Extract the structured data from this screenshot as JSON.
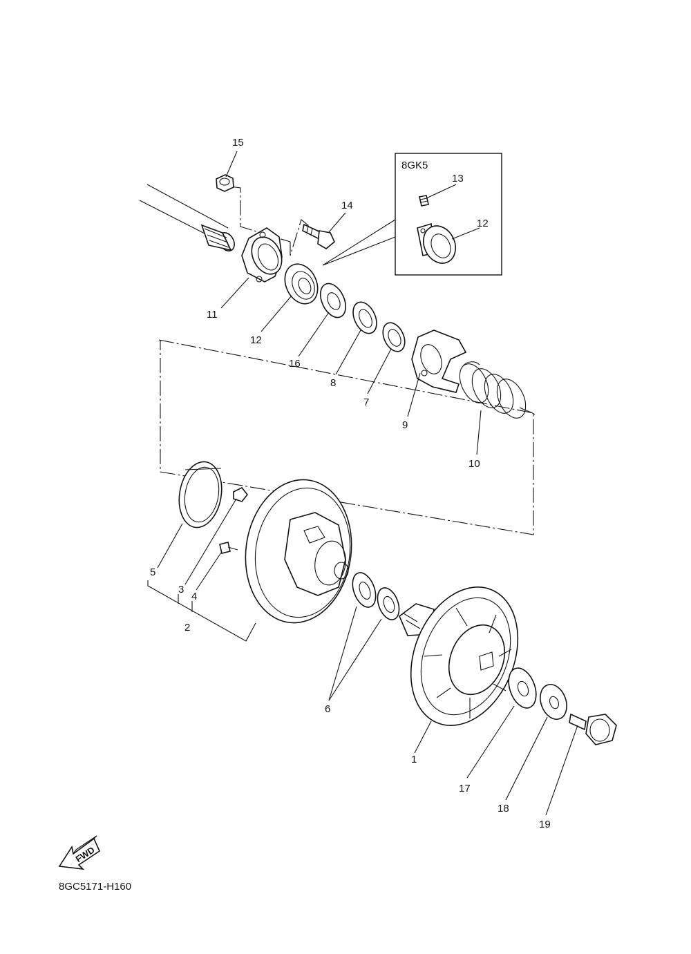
{
  "diagram_code": "8GC5171-H160",
  "inset_title": "8GK5",
  "fwd_label": "FWD",
  "labels": {
    "p1": "1",
    "p2": "2",
    "p3": "3",
    "p4": "4",
    "p5": "5",
    "p6": "6",
    "p7": "7",
    "p8": "8",
    "p9": "9",
    "p10": "10",
    "p11": "11",
    "p12": "12",
    "p12_inset": "12",
    "p13": "13",
    "p14": "14",
    "p15": "15",
    "p16": "16",
    "p17": "17",
    "p18": "18",
    "p19": "19"
  }
}
